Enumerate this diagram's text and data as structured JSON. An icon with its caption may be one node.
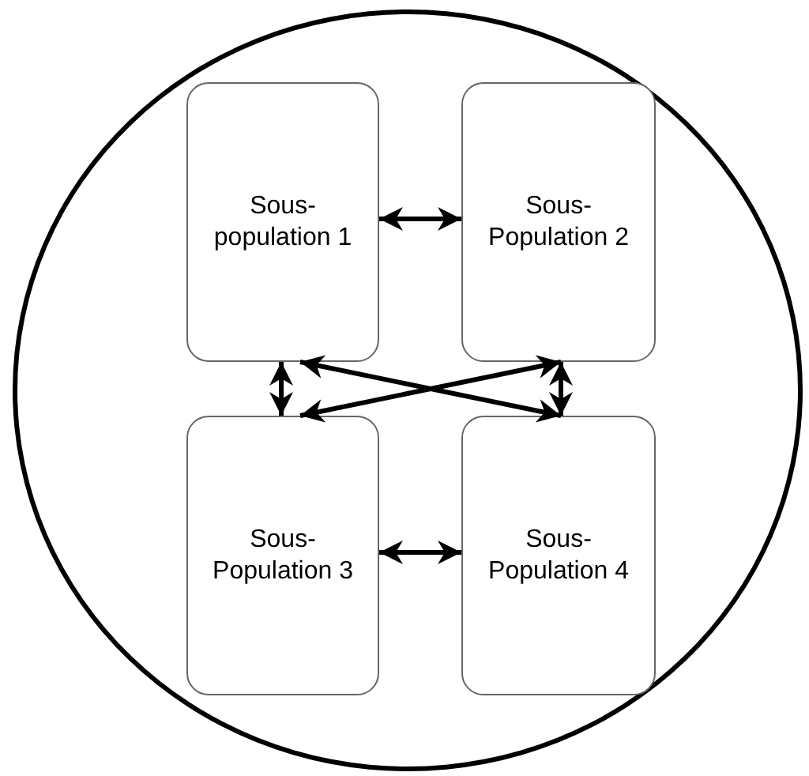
{
  "diagram": {
    "nodes": [
      {
        "text": [],
        "shape": "circle"
      },
      {
        "text": [
          "Sous- population 1"
        ],
        "in": 0
      },
      {
        "text": [
          "Sous- Population 2"
        ],
        "in": 0
      },
      {
        "text": [
          "Sous- Population 3"
        ],
        "in": 0
      },
      {
        "text": [
          "Sous- Population 4"
        ],
        "in": 0
      }
    ],
    "edges": [
      {
        "from": 1,
        "to": 2,
        "arrow": "both"
      },
      {
        "from": 1,
        "to": 4,
        "arrow": "both"
      },
      {
        "from": 3,
        "to": 2,
        "arrow": "both"
      },
      {
        "from": 1,
        "to": 3,
        "arrow": "both"
      },
      {
        "from": 2,
        "to": 4,
        "arrow": "both"
      },
      {
        "from": 3,
        "to": 4,
        "arrow": "both"
      }
    ]
  }
}
